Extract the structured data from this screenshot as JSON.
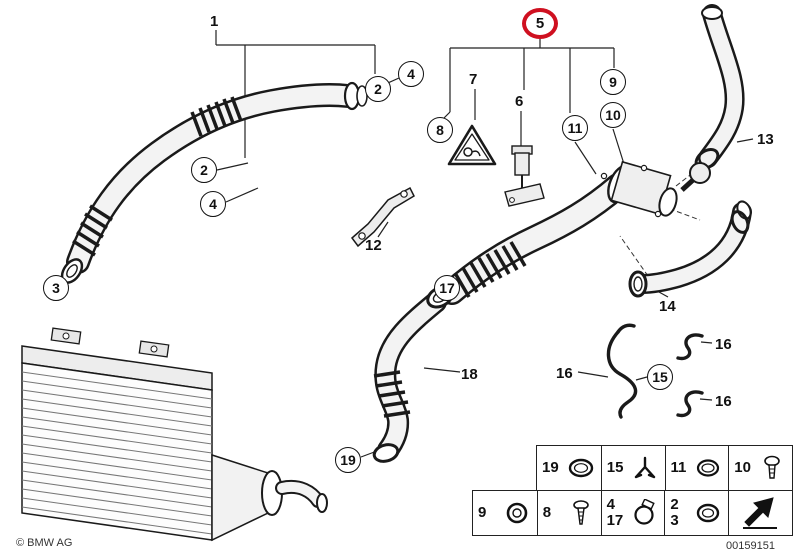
{
  "copyright": "© BMW AG",
  "image_number": "00159151",
  "colors": {
    "highlight": "#cf1020",
    "line": "#1a1a1a"
  },
  "callouts": [
    {
      "label": "1",
      "style": "plain"
    },
    {
      "label": "2",
      "style": "circle"
    },
    {
      "label": "4",
      "style": "circle"
    },
    {
      "label": "2",
      "style": "circle"
    },
    {
      "label": "4",
      "style": "circle"
    },
    {
      "label": "3",
      "style": "circle"
    },
    {
      "label": "5",
      "style": "red-ring"
    },
    {
      "label": "7",
      "style": "plain"
    },
    {
      "label": "6",
      "style": "plain"
    },
    {
      "label": "8",
      "style": "circle"
    },
    {
      "label": "9",
      "style": "circle"
    },
    {
      "label": "10",
      "style": "circle"
    },
    {
      "label": "11",
      "style": "circle"
    },
    {
      "label": "12",
      "style": "plain"
    },
    {
      "label": "13",
      "style": "plain"
    },
    {
      "label": "14",
      "style": "plain"
    },
    {
      "label": "17",
      "style": "circle"
    },
    {
      "label": "18",
      "style": "plain"
    },
    {
      "label": "16",
      "style": "plain"
    },
    {
      "label": "15",
      "style": "circle"
    },
    {
      "label": "16",
      "style": "plain"
    },
    {
      "label": "16",
      "style": "plain"
    },
    {
      "label": "19",
      "style": "circle"
    }
  ],
  "legend": {
    "row1": [
      {
        "label": "19",
        "icon": "o-ring-icon"
      },
      {
        "label": "15",
        "icon": "clip-icon"
      },
      {
        "label": "11",
        "icon": "o-ring-icon"
      },
      {
        "label": "10",
        "icon": "torx-screw-icon"
      }
    ],
    "row2": [
      {
        "label": "9",
        "icon": "grommet-icon"
      },
      {
        "label": "8",
        "icon": "screw-icon"
      },
      {
        "label": "4",
        "label2": "17",
        "icon": "hose-clamp-icon"
      },
      {
        "label": "2",
        "label2": "3",
        "icon": "seal-ring-icon"
      },
      {
        "label": "",
        "icon": "direction-arrow-icon"
      }
    ]
  }
}
